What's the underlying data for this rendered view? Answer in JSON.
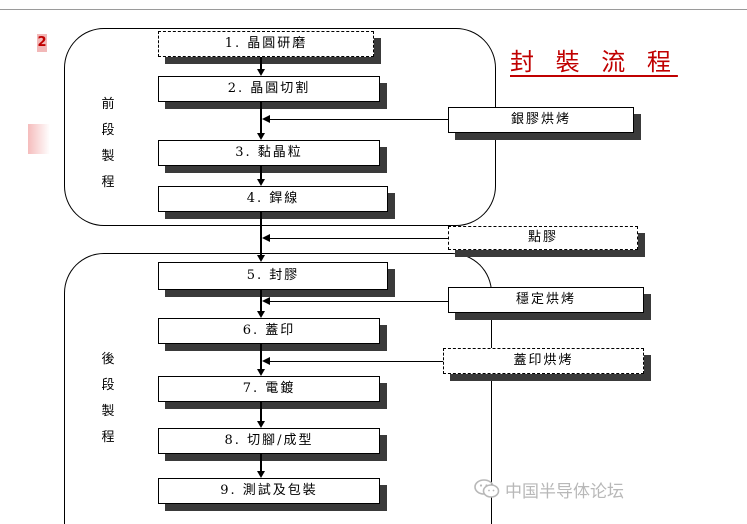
{
  "slide_number": "2",
  "title": "封 裝 流 程",
  "groups": {
    "front_label": "前段製程",
    "back_label": "後段製程"
  },
  "steps": [
    "1. 晶圓研磨",
    "2. 晶圓切割",
    "3. 黏晶粒",
    "4. 銲線",
    "5. 封膠",
    "6. 蓋印",
    "7. 電鍍",
    "8. 切腳/成型",
    "9. 測試及包裝"
  ],
  "side_inputs": [
    "銀膠烘烤",
    "點膠",
    "穩定烘烤",
    "蓋印烘烤"
  ],
  "watermark": {
    "icon": "wechat-icon",
    "text": "中国半导体论坛"
  },
  "colors": {
    "title": "#c00000",
    "shadow": "#3a3a3a",
    "watermark": "#b8b8b8"
  }
}
